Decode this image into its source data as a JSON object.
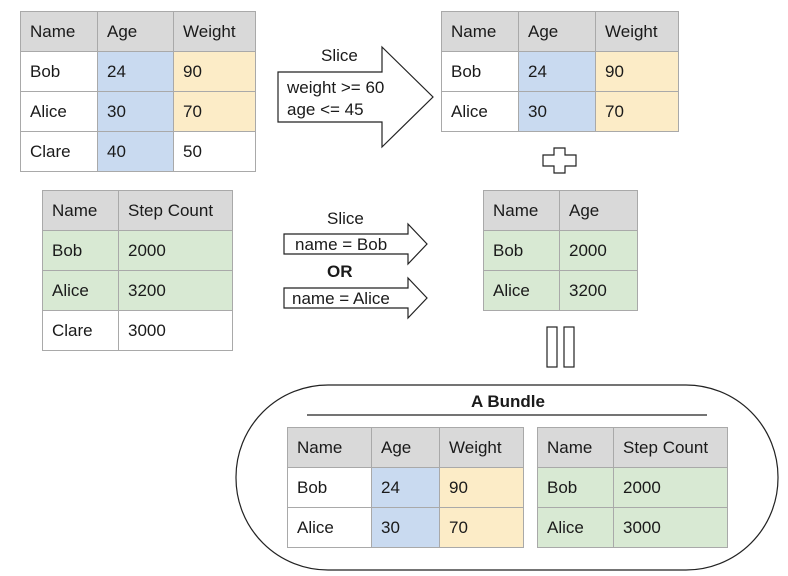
{
  "colors": {
    "header": "#d9d9d9",
    "age": "#c9daf0",
    "weight": "#fcecc7",
    "steps": "#d8e9d3",
    "border": "#a9a9a9"
  },
  "table_people": {
    "headers": [
      "Name",
      "Age",
      "Weight"
    ],
    "rows": [
      [
        "Bob",
        "24",
        "90"
      ],
      [
        "Alice",
        "30",
        "70"
      ],
      [
        "Clare",
        "40",
        "50"
      ]
    ]
  },
  "slice_people": {
    "title": "Slice",
    "conditions": [
      "weight >= 60",
      "age <= 45"
    ]
  },
  "table_people_sliced": {
    "headers": [
      "Name",
      "Age",
      "Weight"
    ],
    "rows": [
      [
        "Bob",
        "24",
        "90"
      ],
      [
        "Alice",
        "30",
        "70"
      ]
    ]
  },
  "table_steps": {
    "headers": [
      "Name",
      "Step Count"
    ],
    "rows": [
      [
        "Bob",
        "2000"
      ],
      [
        "Alice",
        "3200"
      ],
      [
        "Clare",
        "3000"
      ]
    ]
  },
  "slice_steps": {
    "title": "Slice",
    "condition_1": "name = Bob",
    "operator": "OR",
    "condition_2": "name = Alice"
  },
  "table_steps_sliced": {
    "headers": [
      "Name",
      "Age"
    ],
    "rows": [
      [
        "Bob",
        "2000"
      ],
      [
        "Alice",
        "3200"
      ]
    ]
  },
  "bundle": {
    "title": "A Bundle",
    "table_a": {
      "headers": [
        "Name",
        "Age",
        "Weight"
      ],
      "rows": [
        [
          "Bob",
          "24",
          "90"
        ],
        [
          "Alice",
          "30",
          "70"
        ]
      ]
    },
    "table_b": {
      "headers": [
        "Name",
        "Step Count"
      ],
      "rows": [
        [
          "Bob",
          "2000"
        ],
        [
          "Alice",
          "3000"
        ]
      ]
    }
  }
}
